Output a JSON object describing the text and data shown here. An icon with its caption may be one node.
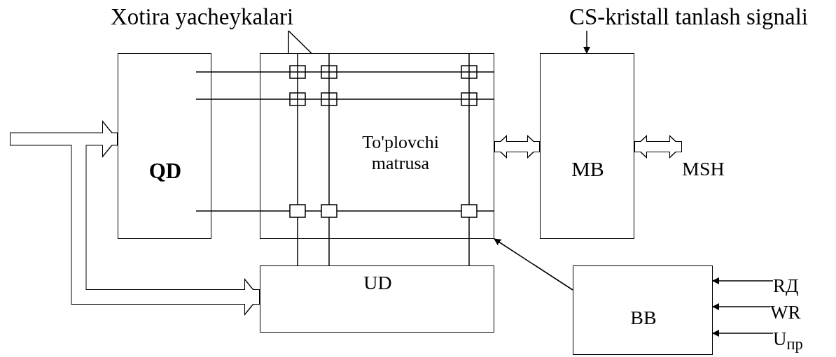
{
  "diagram": {
    "nodes": [
      {
        "text": [
          "QD"
        ]
      },
      {
        "text": [
          "To'plovchi matrusa"
        ]
      },
      {
        "text": [
          "MB"
        ]
      },
      {
        "text": [
          "UD"
        ]
      },
      {
        "text": [
          "BB"
        ]
      },
      {
        "text": [
          "Xotira yacheykalari"
        ]
      },
      {
        "text": [
          "CS-kristall  tanlash signali"
        ]
      },
      {
        "text": [
          "MSH"
        ]
      },
      {
        "text": [
          "RД"
        ]
      },
      {
        "text": [
          "WR"
        ]
      },
      {
        "text": [
          "U$_{пр}$"
        ]
      }
    ],
    "edges": [
      {
        "from": 5,
        "to": 1,
        "arrow": "none"
      },
      {
        "from": 5,
        "to": 1,
        "arrow": "none"
      },
      {
        "from": 6,
        "to": 2,
        "arrow": "to"
      },
      {
        "from": null,
        "to": 0,
        "arrow": "to",
        "style": "thick"
      },
      {
        "from": null,
        "to": 3,
        "arrow": "to",
        "style": "thick"
      },
      {
        "from": 1,
        "to": 2,
        "arrow": "both",
        "style": "thick"
      },
      {
        "from": 2,
        "to": 7,
        "arrow": "both",
        "style": "thick"
      },
      {
        "from": 4,
        "to": 1,
        "arrow": "to"
      },
      {
        "from": 8,
        "to": 4,
        "arrow": "to"
      },
      {
        "from": 9,
        "to": 4,
        "arrow": "to"
      },
      {
        "from": 10,
        "to": 4,
        "arrow": "to"
      },
      {
        "from": 0,
        "to": 1,
        "arrow": "none"
      },
      {
        "from": 0,
        "to": 1,
        "arrow": "none"
      },
      {
        "from": 0,
        "to": 1,
        "arrow": "none"
      },
      {
        "from": 1,
        "to": 3,
        "arrow": "none"
      },
      {
        "from": 1,
        "to": 3,
        "arrow": "none"
      },
      {
        "from": 1,
        "to": 3,
        "arrow": "none"
      }
    ]
  }
}
